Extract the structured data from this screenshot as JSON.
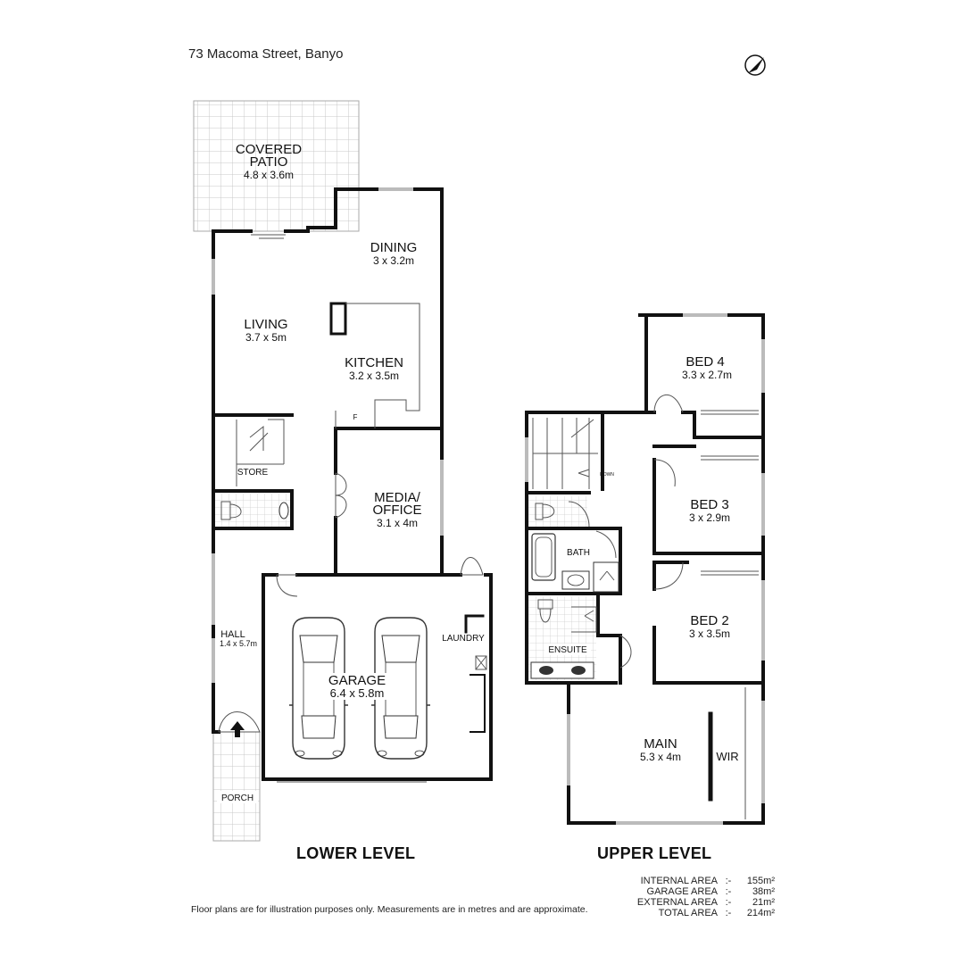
{
  "address": "73 Macoma Street, Banyo",
  "rooms": {
    "patio": {
      "name_line1": "COVERED",
      "name_line2": "PATIO",
      "size": "4.8 x 3.6m"
    },
    "dining": {
      "name": "DINING",
      "size": "3 x 3.2m"
    },
    "living": {
      "name": "LIVING",
      "size": "3.7 x 5m"
    },
    "kitchen": {
      "name": "KITCHEN",
      "size": "3.2 x 3.5m"
    },
    "fridge": {
      "name": "F"
    },
    "store": {
      "name": "STORE"
    },
    "media": {
      "name_line1": "MEDIA/",
      "name_line2": "OFFICE",
      "size": "3.1 x 4m"
    },
    "hall": {
      "name": "HALL",
      "size": "1.4 x 5.7m"
    },
    "laundry": {
      "name": "LAUNDRY"
    },
    "garage": {
      "name": "GARAGE",
      "size": "6.4 x 5.8m"
    },
    "porch": {
      "name": "PORCH"
    },
    "bed4": {
      "name": "BED 4",
      "size": "3.3 x 2.7m"
    },
    "bed3": {
      "name": "BED 3",
      "size": "3 x 2.9m"
    },
    "bed2": {
      "name": "BED 2",
      "size": "3 x 3.5m"
    },
    "bath": {
      "name": "BATH"
    },
    "ensuite": {
      "name": "ENSUITE"
    },
    "stairs_down": {
      "name": "DOWN"
    },
    "main": {
      "name": "MAIN",
      "size": "5.3 x 4m"
    },
    "wir": {
      "name": "WIR"
    }
  },
  "levels": {
    "lower": "LOWER LEVEL",
    "upper": "UPPER LEVEL"
  },
  "disclaimer": "Floor plans are for illustration purposes only. Measurements are in metres and are approximate.",
  "areas": [
    {
      "label": "INTERNAL AREA",
      "sep": ":-",
      "value": "155m²"
    },
    {
      "label": "GARAGE AREA",
      "sep": ":-",
      "value": "38m²"
    },
    {
      "label": "EXTERNAL AREA",
      "sep": ":-",
      "value": "21m²"
    },
    {
      "label": "TOTAL AREA",
      "sep": ":-",
      "value": "214m²"
    }
  ],
  "icons": {
    "compass": "north-arrow-icon",
    "entry": "entry-arrow-icon",
    "cars": "car-icon"
  }
}
